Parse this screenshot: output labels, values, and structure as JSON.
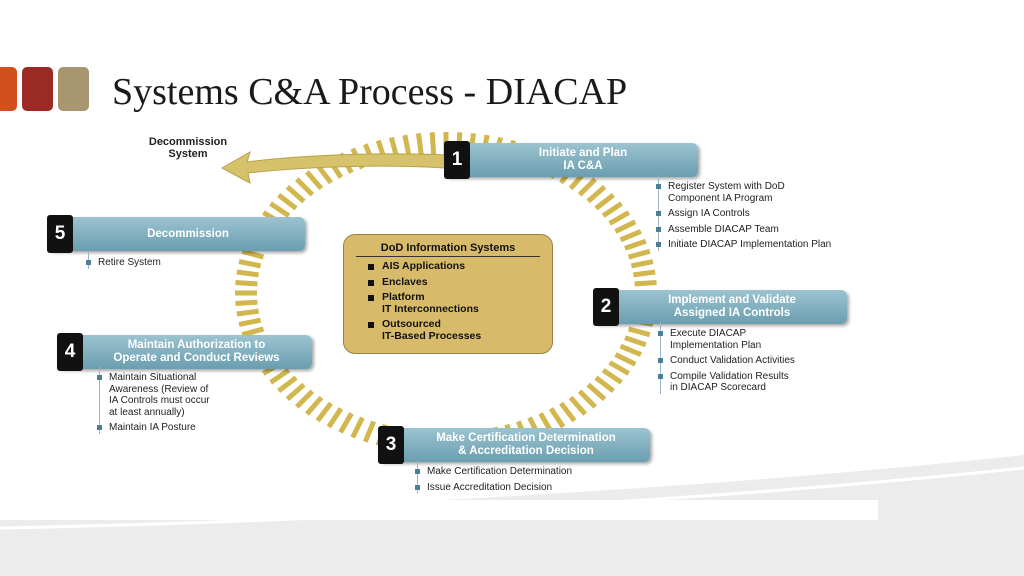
{
  "title": "Systems C&A Process - DIACAP",
  "colors": {
    "accent_squares": [
      "#d2501e",
      "#9b2a24",
      "#a89670"
    ],
    "stage_box": "#7fb0c0",
    "ring": "#d2b64e",
    "center_box": "#d8bb6a"
  },
  "diagram": {
    "exit_label": "Decommission\nSystem",
    "center": {
      "title": "DoD Information Systems",
      "items": [
        "AIS Applications",
        "Enclaves",
        "Platform\nIT Interconnections",
        "Outsourced\nIT-Based Processes"
      ]
    },
    "stages": [
      {
        "number": "1",
        "label": "Initiate and Plan\nIA C&A",
        "tasks": [
          "Register System with DoD\nComponent IA Program",
          "Assign IA Controls",
          "Assemble DIACAP Team",
          "Initiate DIACAP Implementation Plan"
        ]
      },
      {
        "number": "2",
        "label": "Implement and Validate\nAssigned IA Controls",
        "tasks": [
          "Execute DIACAP\nImplementation Plan",
          "Conduct Validation Activities",
          "Compile Validation Results\nin DIACAP Scorecard"
        ]
      },
      {
        "number": "3",
        "label": "Make Certification Determination\n& Accreditation Decision",
        "tasks": [
          "Make Certification Determination",
          "Issue Accreditation Decision"
        ]
      },
      {
        "number": "4",
        "label": "Maintain Authorization to\nOperate and Conduct Reviews",
        "tasks": [
          "Maintain Situational\nAwareness (Review of\nIA Controls must occur\nat least annually)",
          "Maintain IA Posture"
        ]
      },
      {
        "number": "5",
        "label": "Decommission",
        "tasks": [
          "Retire System"
        ]
      }
    ]
  }
}
